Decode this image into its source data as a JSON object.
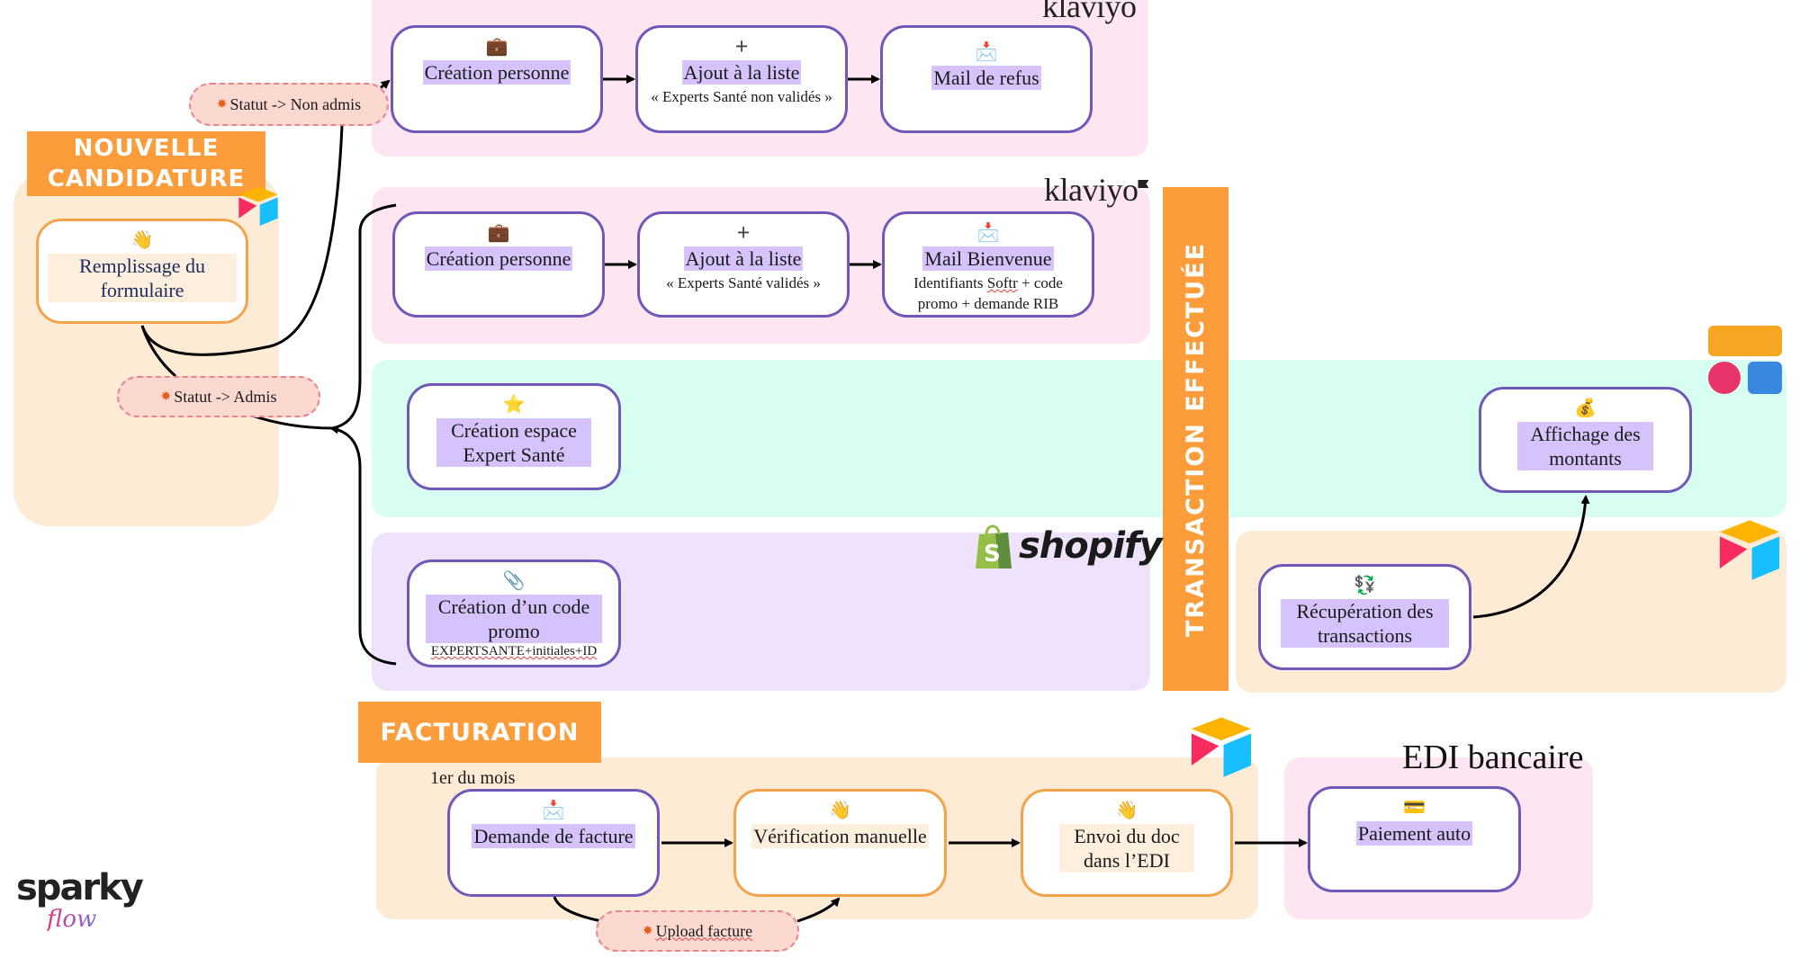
{
  "sections": {
    "nouvelle_candidature": {
      "title": "NOUVELLE CANDIDATURE"
    },
    "transaction": {
      "title": "TRANSACTION EFFECTUÉE"
    },
    "facturation": {
      "title": "FACTURATION",
      "note": "1er du mois"
    },
    "edi": {
      "title": "EDI bancaire"
    }
  },
  "logos": {
    "klaviyo_top": "klaviyo",
    "klaviyo_mid": "klaviyo",
    "shopify": "shopify",
    "sparky_word": "sparky",
    "sparky_sub": "flow"
  },
  "pills": {
    "non_admis": "Statut -> Non admis",
    "admis": "Statut -> Admis",
    "upload": "Upload facture"
  },
  "nodes": {
    "remplissage": {
      "icon": "👋",
      "title": "Remplissage du formulaire"
    },
    "refus_creation": {
      "icon": "💼",
      "title": "Création personne"
    },
    "refus_ajout": {
      "icon": "+",
      "title": "Ajout à la liste",
      "sub": "« Experts Santé non validés »"
    },
    "refus_mail": {
      "icon": "📩",
      "title": "Mail de refus"
    },
    "admis_creation": {
      "icon": "💼",
      "title": "Création personne"
    },
    "admis_ajout": {
      "icon": "+",
      "title": "Ajout à la liste",
      "sub": "« Experts Santé validés »"
    },
    "admis_mail": {
      "icon": "📩",
      "title": "Mail  Bienvenue",
      "sub_a": "Identifiants ",
      "sub_squig": "Softr",
      "sub_b": " + code promo + demande RIB"
    },
    "espace": {
      "icon": "⭐",
      "title": "Création espace Expert Santé"
    },
    "code_promo": {
      "icon": "📎",
      "title": "Création d’un code promo",
      "sub": "EXPERTSANTE+initiales+ID"
    },
    "affichage": {
      "icon": "💰",
      "title": "Affichage des montants"
    },
    "recuperation": {
      "icon": "💱",
      "title": "Récupération des transactions"
    },
    "demande_facture": {
      "icon": "📩",
      "title": "Demande de facture"
    },
    "verification": {
      "icon": "👋",
      "title": "Vérification manuelle"
    },
    "envoi": {
      "icon": "👋",
      "title": "Envoi du doc dans l’EDI"
    },
    "paiement": {
      "icon": "💳",
      "title": "Paiement auto"
    }
  },
  "colors": {
    "orange_header": "#fd9c3a",
    "pink_panel": "#fde6f1",
    "mint_panel": "#d8fdf1",
    "lavender_panel": "#efe2fb",
    "peach_panel": "#fdebd6",
    "box_border": "#6f58b8",
    "highlight": "#d7c3fb"
  }
}
